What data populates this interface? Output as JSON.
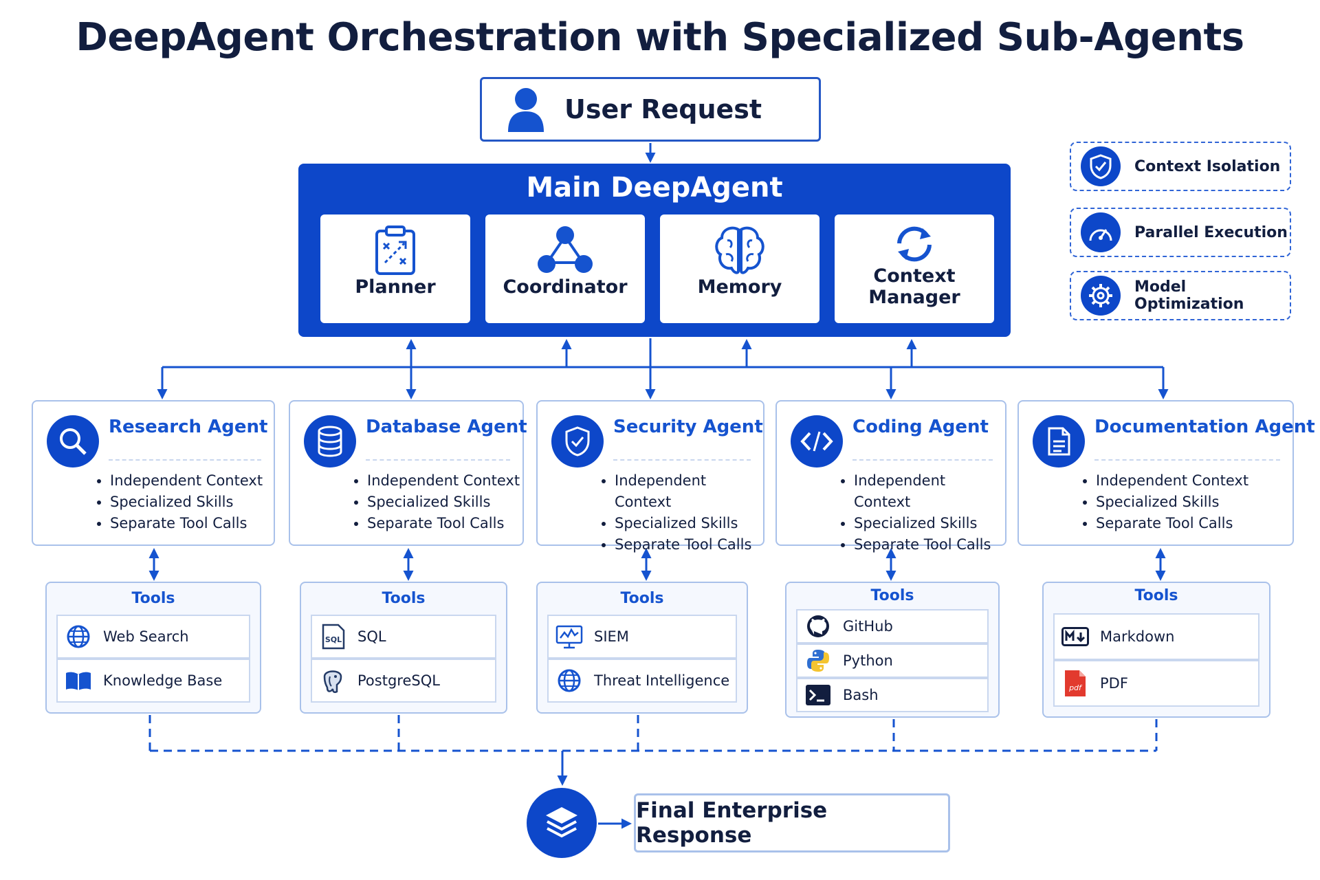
{
  "title": "DeepAgent Orchestration with Specialized Sub-Agents",
  "user_request": {
    "label": "User Request",
    "icon": "user-icon"
  },
  "main_agent": {
    "title": "Main DeepAgent",
    "components": [
      {
        "label": "Planner",
        "icon": "clipboard-strategy-icon"
      },
      {
        "label": "Coordinator",
        "icon": "network-nodes-icon"
      },
      {
        "label": "Memory",
        "icon": "brain-icon"
      },
      {
        "label": "Context Manager",
        "icon": "refresh-cycle-icon"
      }
    ]
  },
  "legend": [
    {
      "label": "Context Isolation",
      "icon": "shield-check-icon"
    },
    {
      "label": "Parallel Execution",
      "icon": "speedometer-icon"
    },
    {
      "label": "Model Optimization",
      "icon": "gear-icon"
    }
  ],
  "agents": [
    {
      "name": "Research Agent",
      "icon": "search-icon",
      "features": [
        "Independent Context",
        "Specialized Skills",
        "Separate Tool Calls"
      ],
      "tools_header": "Tools",
      "tools": [
        {
          "label": "Web Search",
          "icon": "globe-icon"
        },
        {
          "label": "Knowledge Base",
          "icon": "open-book-icon"
        }
      ]
    },
    {
      "name": "Database Agent",
      "icon": "database-icon",
      "features": [
        "Independent Context",
        "Specialized Skills",
        "Separate Tool Calls"
      ],
      "tools_header": "Tools",
      "tools": [
        {
          "label": "SQL",
          "icon": "sql-file-icon"
        },
        {
          "label": "PostgreSQL",
          "icon": "postgresql-elephant-icon"
        }
      ]
    },
    {
      "name": "Security Agent",
      "icon": "shield-check-icon",
      "features": [
        "Independent Context",
        "Specialized Skills",
        "Separate Tool Calls"
      ],
      "tools_header": "Tools",
      "tools": [
        {
          "label": "SIEM",
          "icon": "monitor-chart-icon"
        },
        {
          "label": "Threat Intelligence",
          "icon": "globe-icon"
        }
      ]
    },
    {
      "name": "Coding Agent",
      "icon": "code-brackets-icon",
      "features": [
        "Independent Context",
        "Specialized Skills",
        "Separate Tool Calls"
      ],
      "tools_header": "Tools",
      "tools": [
        {
          "label": "GitHub",
          "icon": "github-icon"
        },
        {
          "label": "Python",
          "icon": "python-icon"
        },
        {
          "label": "Bash",
          "icon": "terminal-icon"
        }
      ]
    },
    {
      "name": "Documentation Agent",
      "icon": "document-icon",
      "features": [
        "Independent Context",
        "Specialized Skills",
        "Separate Tool Calls"
      ],
      "tools_header": "Tools",
      "tools": [
        {
          "label": "Markdown",
          "icon": "markdown-icon"
        },
        {
          "label": "PDF",
          "icon": "pdf-icon"
        }
      ]
    }
  ],
  "final_response": {
    "label": "Final Enterprise Response",
    "icon": "layers-stack-icon"
  },
  "colors": {
    "primary": "#0d47c9",
    "accent_text": "#1553cf",
    "border": "#a9c1ea",
    "dark_text": "#121e3f"
  }
}
